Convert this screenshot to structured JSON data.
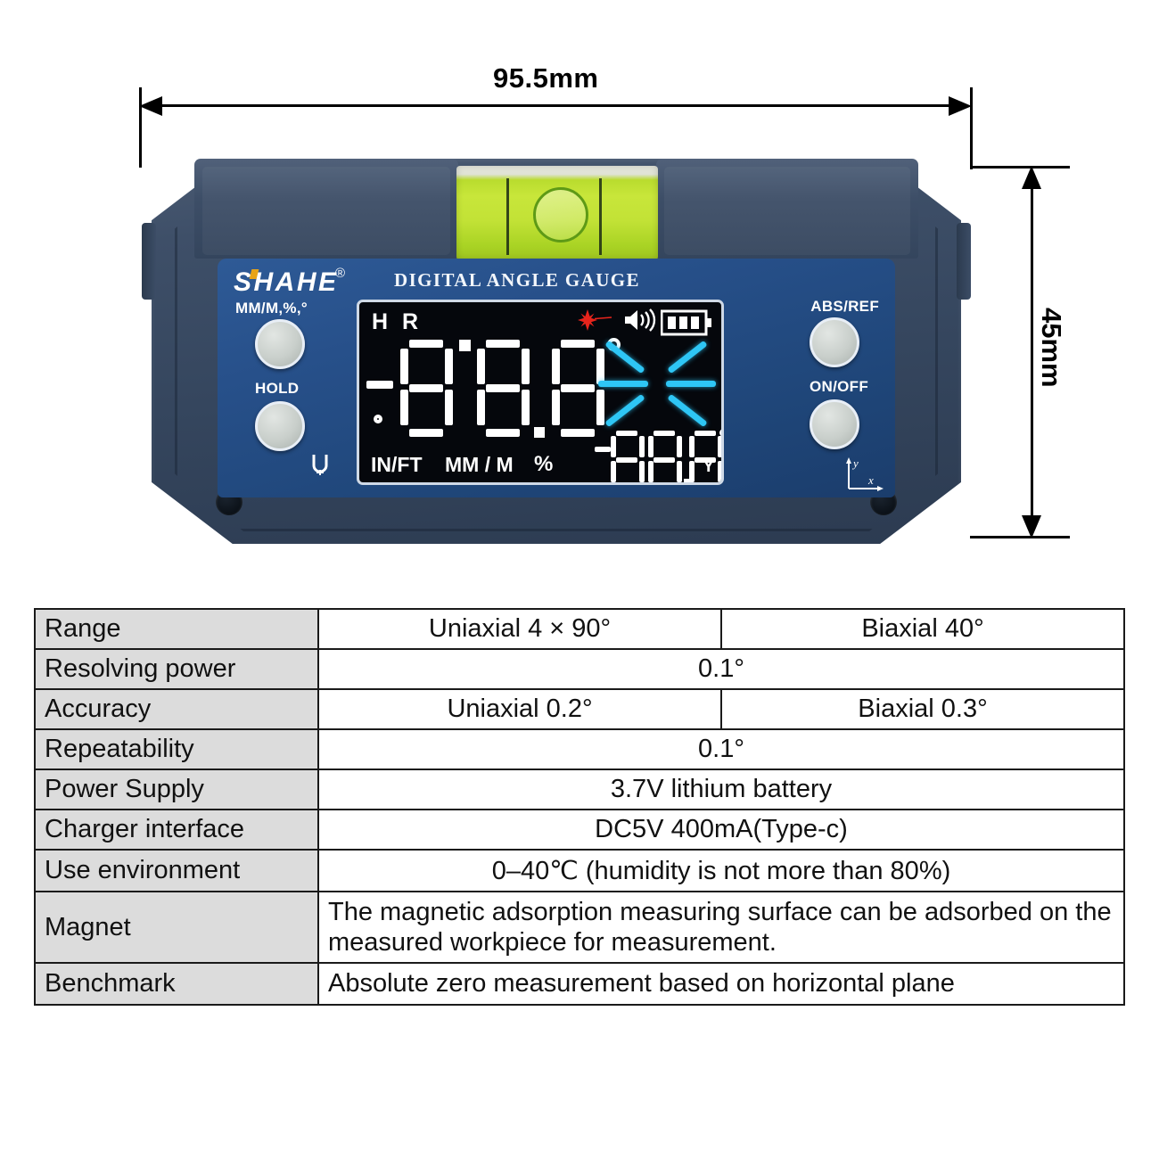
{
  "dimensions": {
    "width_label": "95.5mm",
    "height_label": "45mm"
  },
  "device": {
    "brand": "SHAHE",
    "brand_registered": "®",
    "title": "DIGITAL ANGLE GAUGE",
    "buttons": [
      {
        "name": "unit-button",
        "label": "MM/M,%,°"
      },
      {
        "name": "hold-button",
        "label": "HOLD"
      },
      {
        "name": "absref-button",
        "label": "ABS/REF"
      },
      {
        "name": "onoff-button",
        "label": "ON/OFF"
      }
    ],
    "icons": {
      "magnet": "magnet-icon",
      "axis": "xy-axis-icon",
      "laser": "laser-icon",
      "sound": "speaker-icon",
      "battery": "battery-icon"
    },
    "lcd": {
      "indicator_h": "H",
      "indicator_r": "R",
      "main_value": "-88.8°",
      "secondary_value": "-88.8°",
      "secondary_axis": "Y",
      "units": [
        "IN/FT",
        "MM / M",
        "%"
      ],
      "battery_bars": 3,
      "accent_cyan": "#2ec6f5",
      "laser_color": "#e8241c",
      "background": "#05070c"
    },
    "colors": {
      "body": "#35465e",
      "faceplate": "#24508a",
      "vial_liquid": "#c2e236"
    }
  },
  "spec_table": {
    "rows": [
      {
        "label": "Range",
        "value_left": "Uniaxial 4 ×  90°",
        "value_right": "Biaxial 40°",
        "split": true
      },
      {
        "label": "Resolving power",
        "value": "0.1°",
        "split": false
      },
      {
        "label": "Accuracy",
        "value_left": "Uniaxial 0.2°",
        "value_right": "Biaxial 0.3°",
        "split": true
      },
      {
        "label": "Repeatability",
        "value": "0.1°",
        "split": false
      },
      {
        "label": "Power Supply",
        "value": "3.7V lithium battery",
        "split": false
      },
      {
        "label": "Charger interface",
        "value": "DC5V 400mA(Type-c)",
        "split": false
      },
      {
        "label": "Use environment",
        "value": "0–40℃ (humidity is not more than 80%)",
        "split": false
      },
      {
        "label": "Magnet",
        "value": "The magnetic adsorption measuring surface can be adsorbed on the measured workpiece for measurement.",
        "split": false,
        "align": "left"
      },
      {
        "label": "Benchmark",
        "value": "Absolute zero measurement based on horizontal plane",
        "split": false,
        "align": "left"
      }
    ]
  }
}
